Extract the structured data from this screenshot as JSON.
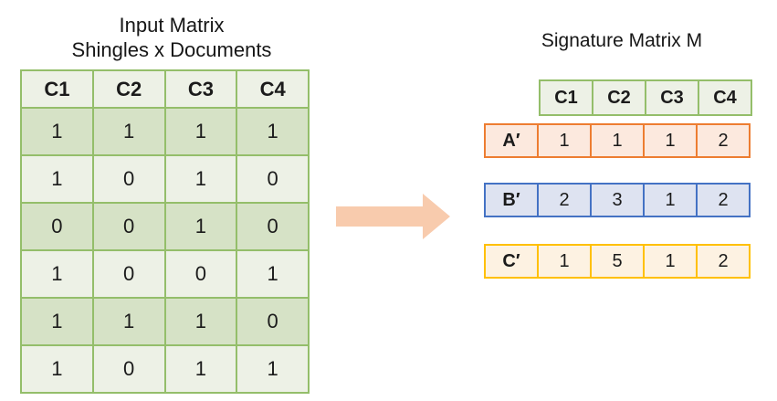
{
  "input_matrix": {
    "title_line1": "Input Matrix",
    "title_line2": "Shingles x Documents",
    "headers": [
      "C1",
      "C2",
      "C3",
      "C4"
    ],
    "rows": [
      [
        "1",
        "1",
        "1",
        "1"
      ],
      [
        "1",
        "0",
        "1",
        "0"
      ],
      [
        "0",
        "0",
        "1",
        "0"
      ],
      [
        "1",
        "0",
        "0",
        "1"
      ],
      [
        "1",
        "1",
        "1",
        "0"
      ],
      [
        "1",
        "0",
        "1",
        "1"
      ]
    ]
  },
  "signature_matrix": {
    "title": "Signature Matrix M",
    "headers": [
      "C1",
      "C2",
      "C3",
      "C4"
    ],
    "rows": [
      {
        "label": "A′",
        "values": [
          "1",
          "1",
          "1",
          "2"
        ]
      },
      {
        "label": "B′",
        "values": [
          "2",
          "3",
          "1",
          "2"
        ]
      },
      {
        "label": "C′",
        "values": [
          "1",
          "5",
          "1",
          "2"
        ]
      }
    ]
  },
  "icons": {
    "right_arrow": "right-arrow"
  },
  "colors": {
    "table_border_green": "#94BE6A",
    "cell_light_green": "#EDF1E6",
    "cell_dark_green": "#D6E2C6",
    "row_a_border": "#ED7D31",
    "row_a_fill": "#FCE9DE",
    "row_b_border": "#4472C4",
    "row_b_fill": "#DEE3F1",
    "row_c_border": "#FFC000",
    "row_c_fill": "#FDF2E2",
    "arrow_fill": "#F8CBAD"
  }
}
